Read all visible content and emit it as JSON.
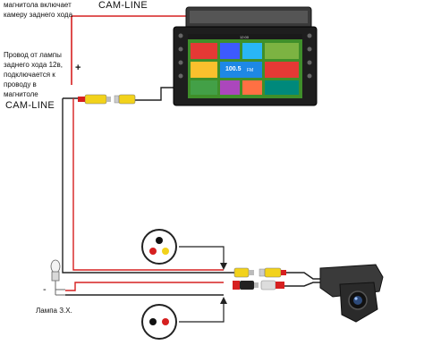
{
  "labels": {
    "top_note": "магнитола включает\nкамеру заднего хода",
    "cam_line_top": "CAM-LINE",
    "wire_note": "Провод от лампы\nзаднего хода 12в,\nподключается к\nпроводу в\nмагнитоле",
    "cam_line_left": "CAM-LINE",
    "plus": "+",
    "minus": "-",
    "lamp": "Лампа З.Х."
  },
  "head_unit": {
    "clock": "12:00",
    "radio_freq": "100.5",
    "radio_unit": "FM"
  },
  "colors": {
    "wire_red": "#d62020",
    "wire_black": "#222222",
    "rca_yellow": "#f2d21b",
    "screen_green": "#3f8f2a"
  }
}
